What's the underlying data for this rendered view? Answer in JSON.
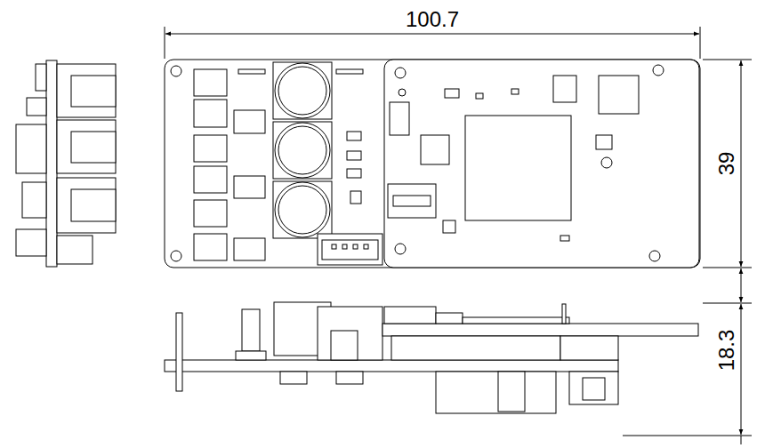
{
  "diagram": {
    "labels": [
      "100.7",
      "39",
      "18.3"
    ]
  }
}
